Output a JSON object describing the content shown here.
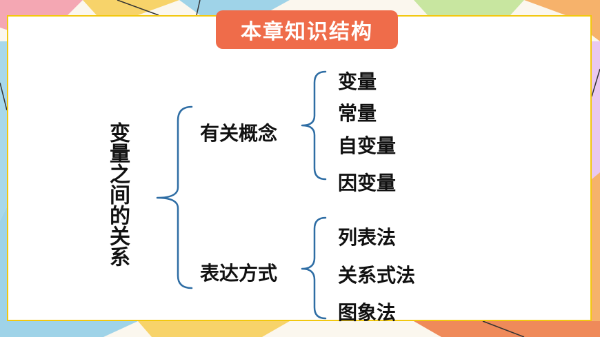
{
  "title": "本章知识结构",
  "root": "变量之间的关系",
  "branches": [
    {
      "label": "有关概念",
      "children": [
        "变量",
        "常量",
        "自变量",
        "因变量"
      ]
    },
    {
      "label": "表达方式",
      "children": [
        "列表法",
        "关系式法",
        "图象法"
      ]
    }
  ],
  "colors": {
    "title_bg": "#ef6c4a",
    "bracket": "#2e6da4",
    "frame": "#f2c80f"
  }
}
